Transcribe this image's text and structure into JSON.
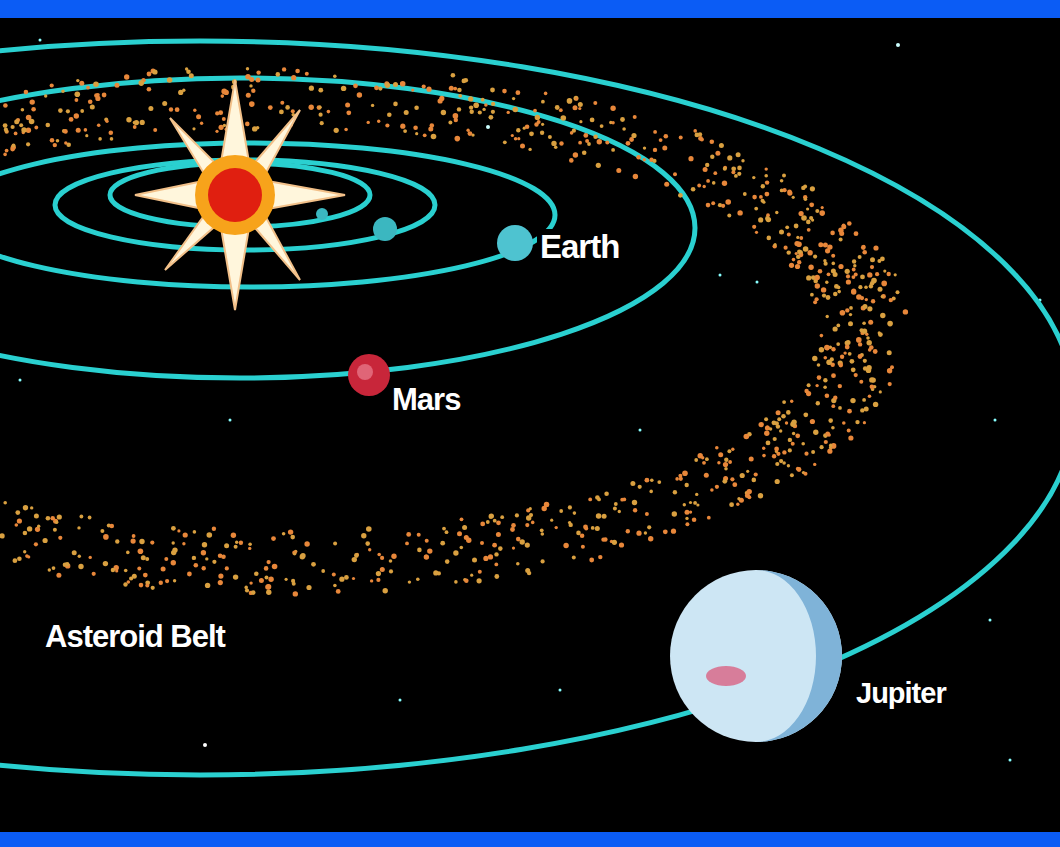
{
  "diagram": {
    "labels": [
      "Earth",
      "Mars",
      "Asteroid Belt",
      "Jupiter"
    ]
  }
}
